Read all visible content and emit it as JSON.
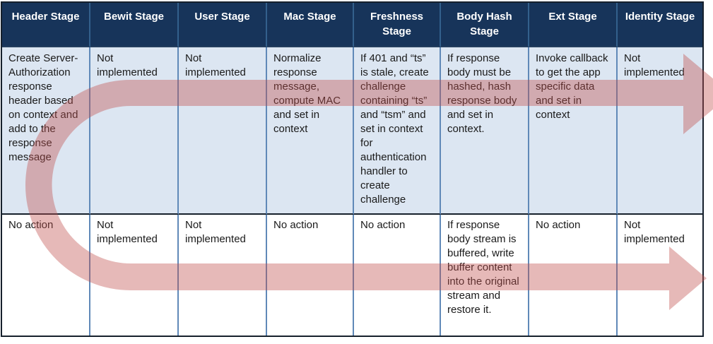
{
  "colors": {
    "header-bg": "#17345a",
    "header-text": "#ffffff",
    "header-separator": "#33608c",
    "grid-line": "#6089b8",
    "divider": "#16202c",
    "row1-bg": "#dce6f2",
    "row2-bg": "#ffffff",
    "text": "#1a1a1a",
    "arrow": "#c0504d"
  },
  "arrow": {
    "shape": "u-turn",
    "description": "semi-transparent red arrow entering along top row toward right edge, curving back on the left and exiting right along bottom row",
    "opacity": "0.40"
  },
  "table": {
    "columns": [
      {
        "header": "Header Stage",
        "row1": "Create Server-Authorization response header based on context and add to the response message",
        "row2": "No action"
      },
      {
        "header": "Bewit Stage",
        "row1": "Not implemented",
        "row2": "Not implemented"
      },
      {
        "header": "User Stage",
        "row1": "Not implemented",
        "row2": "Not implemented"
      },
      {
        "header": "Mac Stage",
        "row1": "Normalize response message, compute MAC and set in context",
        "row2": "No action"
      },
      {
        "header": "Freshness Stage",
        "row1": "If 401 and “ts” is stale, create challenge containing “ts” and “tsm” and set in context for authentication handler to create challenge",
        "row2": "No action"
      },
      {
        "header": "Body Hash Stage",
        "row1": "If response body must be hashed, hash response body and set in context.",
        "row2": "If response body stream is buffered, write buffer content into the original stream and restore it."
      },
      {
        "header": "Ext Stage",
        "row1": "Invoke callback to get the app specific data and set in context",
        "row2": "No action"
      },
      {
        "header": "Identity Stage",
        "row1": "Not implemented",
        "row2": "Not implemented"
      }
    ]
  }
}
